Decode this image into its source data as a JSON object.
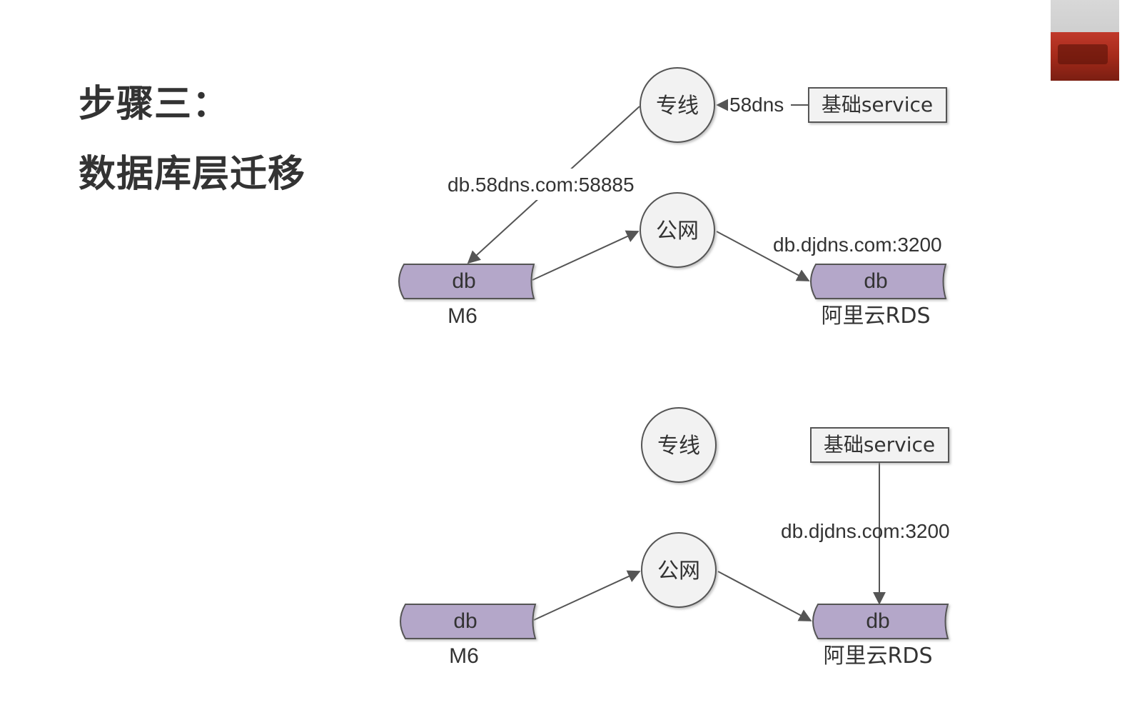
{
  "slide": {
    "title_line1": "步骤三：",
    "title_line2": "数据库层迁移"
  },
  "colors": {
    "db_fill": "#b4a7c9",
    "db_stroke": "#555555",
    "node_fill": "#f2f2f2",
    "box_fill": "#f2f2f2",
    "edge": "#555555",
    "text": "#333333"
  },
  "diagram_top": {
    "private_line": "专线",
    "public_net": "公网",
    "dns_label": "58dns",
    "service_box": "基础service",
    "edge_label_58dns": "db.58dns.com:58885",
    "edge_label_djdns": "db.djdns.com:3200",
    "db_left": "db",
    "db_left_caption": "M6",
    "db_right": "db",
    "db_right_caption": "阿里云RDS"
  },
  "diagram_bottom": {
    "private_line": "专线",
    "public_net": "公网",
    "service_box": "基础service",
    "edge_label_djdns": "db.djdns.com:3200",
    "db_left": "db",
    "db_left_caption": "M6",
    "db_right": "db",
    "db_right_caption": "阿里云RDS"
  }
}
